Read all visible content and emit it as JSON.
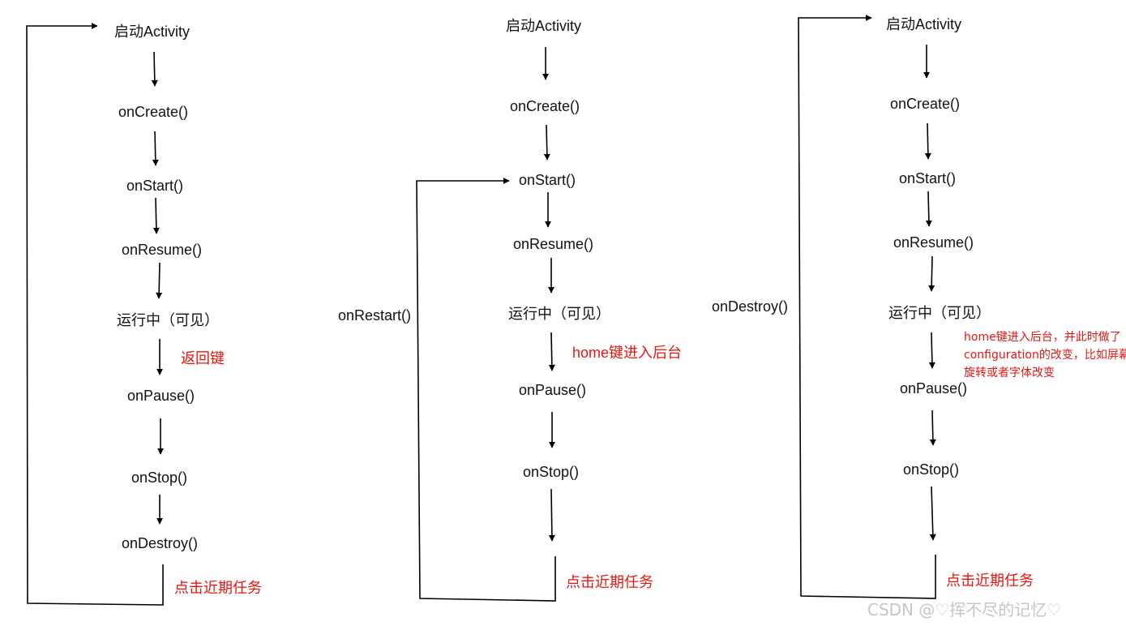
{
  "diagrams": [
    {
      "id": "back-key",
      "start": "启动Activity",
      "steps": [
        "onCreate()",
        "onStart()",
        "onResume()",
        "运行中（可见）",
        "onPause()",
        "onStop()",
        "onDestroy()"
      ],
      "trigger": "返回键",
      "loop_trigger": "点击近期任务"
    },
    {
      "id": "home-key",
      "start": "启动Activity",
      "steps": [
        "onCreate()",
        "onStart()",
        "onResume()",
        "运行中（可见）",
        "onPause()",
        "onStop()"
      ],
      "trigger": "home键进入后台",
      "loop_label": "onRestart()",
      "loop_trigger": "点击近期任务"
    },
    {
      "id": "configuration-change",
      "start": "启动Activity",
      "steps": [
        "onCreate()",
        "onStart()",
        "onResume()",
        "运行中（可见）",
        "onPause()",
        "onStop()"
      ],
      "trigger": "home键进入后台，并此时做了configuration的改变，比如屏幕旋转或者字体改变",
      "loop_label": "onDestroy()",
      "loop_trigger": "点击近期任务"
    }
  ],
  "watermark": "CSDN @♡挥不尽的记忆♡",
  "colors": {
    "text": "#111111",
    "annotation": "#e8140f",
    "line": "#000000",
    "watermark": "#c6c6c6"
  }
}
